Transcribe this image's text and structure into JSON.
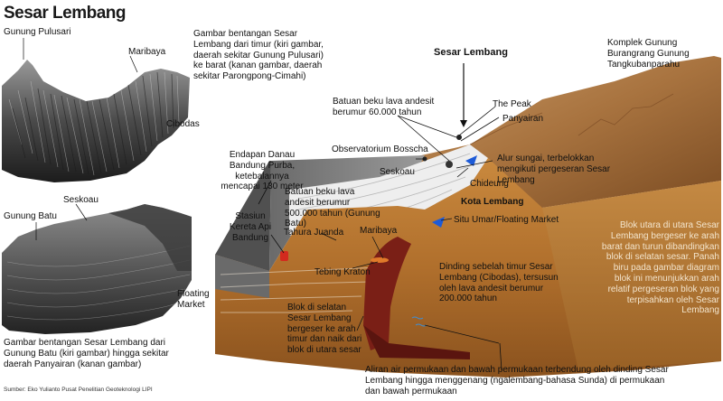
{
  "title": "Sesar Lembang",
  "panel_top": {
    "labels": {
      "gunung_pulusari": "Gunung Pulusari",
      "maribaya": "Maribaya",
      "cibodas": "Cibodas"
    },
    "caption": "Gambar bentangan Sesar Lembang dari timur (kiri gambar, daerah sekitar Gunung Pulusari) ke barat (kanan gambar, daerah sekitar Parongpong-Cimahi)"
  },
  "panel_bottom": {
    "labels": {
      "gunung_batu": "Gunung Batu",
      "seskoau": "Seskoau",
      "floating_market": "Floating Market"
    },
    "caption": "Gambar bentangan Sesar Lembang dari Gunung Batu (kiri gambar) hingga sekitar daerah Panyairan (kanan gambar)"
  },
  "source": "Sumber: Eko Yulianto Pusat Penelitian Geoteknologi LIPI",
  "diagram": {
    "sesar_lembang": "Sesar Lembang",
    "komplek": "Komplek Gunung Burangrang Gunung Tangkubanparahu",
    "batuan_60000": "Batuan beku lava andesit berumur 60.000 tahun",
    "the_peak": "The Peak",
    "panyairan": "Panyairan",
    "observatorium": "Observatorium Bosscha",
    "alur_sungai": "Alur sungai, terbelokkan mengikuti pergeseran Sesar Lembang",
    "endapan": "Endapan Danau Bandung Purba, ketebalannya mencapai 130 meter",
    "seskoau": "Seskoau",
    "chideung": "Chideung",
    "batuan_500000": "Batuan beku lava andesit berumur 500.000 tahun (Gunung Batu)",
    "kota_lembang": "Kota Lembang",
    "situ_umar": "Situ Umar/Floating Market",
    "stasiun": "Stasiun Kereta Api Bandung",
    "tahura": "Tahura Juanda",
    "maribaya": "Maribaya",
    "tebing_kraton": "Tebing Kraton",
    "dinding_timur": "Dinding sebelah timur Sesar Lembang (Cibodas), tersusun oleh lava andesit berumur 200.000 tahun",
    "blok_selatan": "Blok di selatan Sesar Lembang bergeser ke arah timur dan naik dari blok di utara sesar",
    "blok_utara": "Blok utara di utara Sesar Lembang bergeser ke arah barat dan turun dibandingkan blok di selatan sesar. Panah biru pada gambar diagram blok ini menunjukkan arah relatif pergeseran blok yang terpisahkan oleh Sesar Lembang",
    "aliran_air": "Aliran air permukaan dan bawah permukaan terbendung oleh dinding Sesar Lembang hingga menggenang (ngalembang-bahasa Sunda) di permukaan dan bawah permukaan"
  }
}
